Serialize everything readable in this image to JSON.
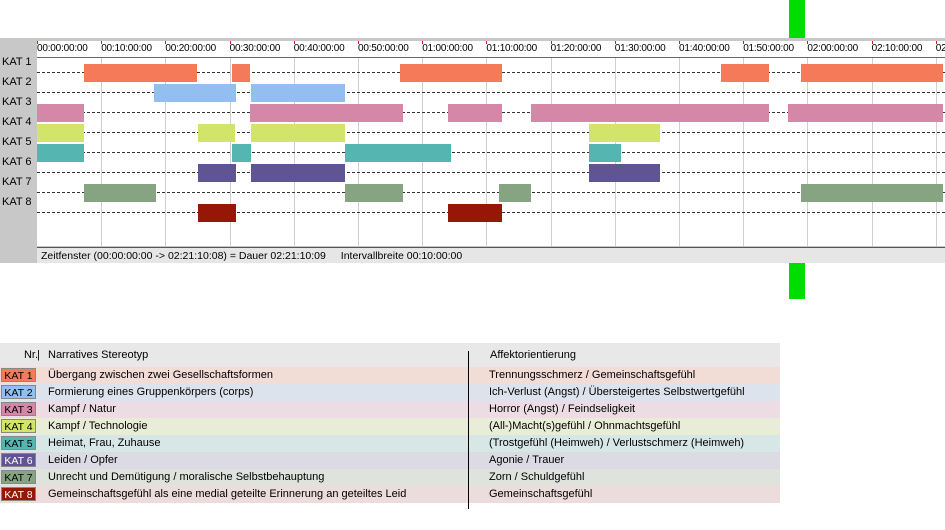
{
  "timeline": {
    "tick_labels": [
      "00:00:00:00",
      "00:10:00:00",
      "00:20:00:00",
      "00:30:00:00",
      "00:40:00:00",
      "00:50:00:00",
      "01:00:00:00",
      "01:10:00:00",
      "01:20:00:00",
      "01:30:00:00",
      "01:40:00:00",
      "01:50:00:00",
      "02:00:00:00",
      "02:10:00:00",
      "02"
    ],
    "tick_interval_min": 10,
    "total_minutes": 141.18,
    "row_labels": [
      "KAT 1",
      "KAT 2",
      "KAT 3",
      "KAT 4",
      "KAT 5",
      "KAT 6",
      "KAT 7",
      "KAT 8"
    ],
    "colors": [
      "#f57a59",
      "#92bff0",
      "#d487a7",
      "#d2e46a",
      "#55b5b1",
      "#605492",
      "#86a481",
      "#961707"
    ],
    "segments_min": [
      [
        [
          7.3,
          25.0
        ],
        [
          30.3,
          33.2
        ],
        [
          56.5,
          72.5
        ],
        [
          106.5,
          114.0
        ],
        [
          119.0,
          141.2
        ]
      ],
      [
        [
          18.2,
          31.0
        ],
        [
          33.3,
          48.0
        ]
      ],
      [
        [
          0,
          7.3
        ],
        [
          33.2,
          57.0
        ],
        [
          64.0,
          72.5
        ],
        [
          77.0,
          114.0
        ],
        [
          117.0,
          141.2
        ]
      ],
      [
        [
          0,
          7.3
        ],
        [
          25.0,
          30.8
        ],
        [
          33.3,
          48.0
        ],
        [
          86.0,
          97.0
        ]
      ],
      [
        [
          0,
          7.3
        ],
        [
          30.3,
          33.3
        ],
        [
          48.0,
          64.5
        ],
        [
          86.0,
          91.0
        ]
      ],
      [
        [
          25.0,
          31.0
        ],
        [
          33.3,
          48.0
        ],
        [
          86.0,
          97.0
        ]
      ],
      [
        [
          7.3,
          18.5
        ],
        [
          48.0,
          57.0
        ],
        [
          72.0,
          77.0
        ],
        [
          119.0,
          141.2
        ]
      ],
      [
        [
          25.0,
          31.0
        ],
        [
          64.0,
          72.5
        ]
      ]
    ],
    "status": {
      "window": "Zeitfenster (00:00:00:00 -> 02:21:10:08) = Dauer 02:21:10:09",
      "interval": "Intervallbreite 00:10:00:00"
    }
  },
  "legend": {
    "header_nr": "Nr.",
    "header_separator": "|",
    "header_stereotype": "Narratives Stereotyp",
    "header_affect": "Affektorientierung",
    "rows": [
      {
        "kat": "KAT 1",
        "stereotype": "Übergang zwischen zwei Gesellschaftsformen",
        "affect": "Trennungsschmerz / Gemeinschaftsgefühl",
        "color": "#f57a59",
        "row_bg": "#f1dcd6",
        "text_color": "#000000"
      },
      {
        "kat": "KAT 2",
        "stereotype": "Formierung eines Gruppenkörpers (corps)",
        "affect": "Ich-Verlust (Angst) / Übersteigertes Selbstwertgefühl",
        "color": "#92bff0",
        "row_bg": "#dde3ed",
        "text_color": "#000000"
      },
      {
        "kat": "KAT 3",
        "stereotype": "Kampf / Natur",
        "affect": "Horror (Angst) / Feindseligkeit",
        "color": "#d487a7",
        "row_bg": "#eddce3",
        "text_color": "#000000"
      },
      {
        "kat": "KAT 4",
        "stereotype": "Kampf / Technologie",
        "affect": "(All-)Macht(s)gefühl / Ohnmachtsgefühl",
        "color": "#d2e46a",
        "row_bg": "#e9ecd7",
        "text_color": "#000000"
      },
      {
        "kat": "KAT 5",
        "stereotype": "Heimat, Frau, Zuhause",
        "affect": "(Trostgefühl (Heimweh) / Verlustschmerz (Heimweh)",
        "color": "#55b5b1",
        "row_bg": "#d7e7e6",
        "text_color": "#000000"
      },
      {
        "kat": "KAT 6",
        "stereotype": "Leiden / Opfer",
        "affect": "Agonie / Trauer",
        "color": "#605492",
        "row_bg": "#dcdae3",
        "text_color": "#ffffff"
      },
      {
        "kat": "KAT 7",
        "stereotype": "Unrecht und Demütigung / moralische Selbstbehauptung",
        "affect": "Zorn / Schuldgefühl",
        "color": "#86a481",
        "row_bg": "#dfe3de",
        "text_color": "#000000"
      },
      {
        "kat": "KAT 8",
        "stereotype": "Gemeinschaftsgefühl als eine medial geteilte Erinnerung an geteiltes Leid",
        "affect": "Gemeinschaftsgefühl",
        "color": "#961707",
        "row_bg": "#ecdcdc",
        "text_color": "#ffffff"
      }
    ]
  }
}
